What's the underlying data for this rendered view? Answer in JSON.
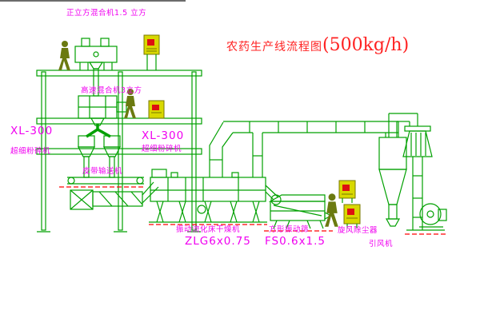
{
  "title": {
    "small": "农药生产线流程图",
    "large": "(500kg/h)"
  },
  "labels": {
    "cube_mixer": "正立方混合机1.5 立方",
    "high_speed_mixer": "高速混合机3立方",
    "crusher_left_model": "XL-300",
    "crusher_left_name": "超细粉碎机",
    "crusher_mid_model": "XL-300",
    "crusher_mid_name": "超细粉碎机",
    "belt_conveyor": "皮带输送机",
    "dryer_name": "振动流化床干燥机",
    "dryer_model": "ZLG6x0.75",
    "sieve_name": "方形振动筛",
    "sieve_model": "FS0.6x1.5",
    "cyclone": "旋风除尘器",
    "fan": "引风机"
  },
  "colors": {
    "line": "#00a000",
    "label": "#f000f0",
    "title": "#ff2222",
    "panel": "#d8d800",
    "panel_edge": "#787800",
    "button": "#dd1111",
    "dash": "#ff0000",
    "figure": "#6b7a10"
  }
}
